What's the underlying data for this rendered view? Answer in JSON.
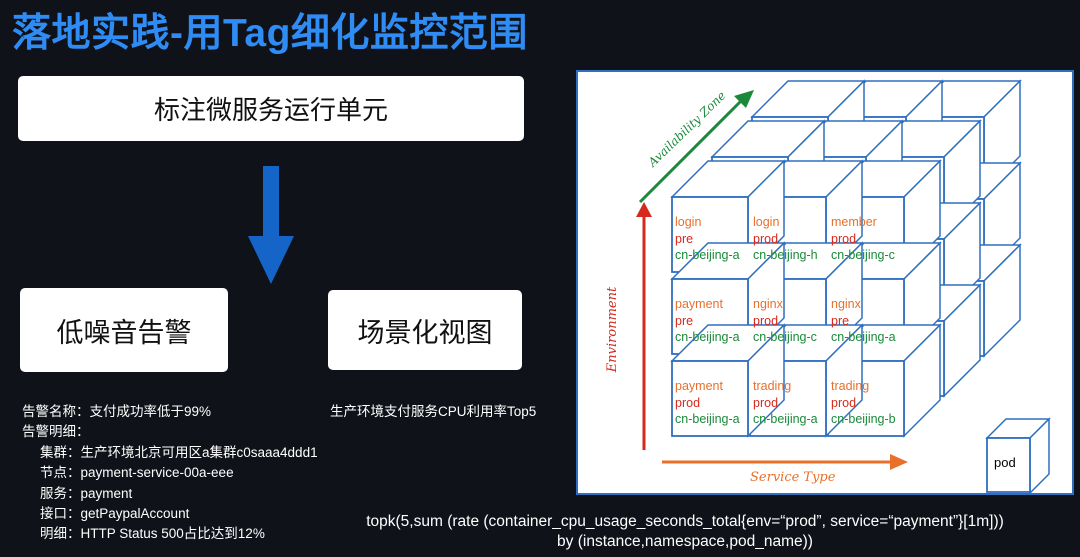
{
  "title": "落地实践-用Tag细化监控范围",
  "boxes": {
    "top": "标注微服务运行单元",
    "left": "低噪音告警",
    "right": "场景化视图"
  },
  "alert": {
    "name_line": "告警名称：支付成功率低于99%",
    "detail_header": "告警明细：",
    "details": [
      "集群：生产环境北京可用区a集群c0saaa4ddd1",
      "节点：payment-service-00a-eee",
      "服务：payment",
      "接口：getPaypalAccount",
      "明细：HTTP Status 500占比达到12%"
    ]
  },
  "view": {
    "title": "生产环境支付服务CPU利用率Top5",
    "query_line1": "topk(5,sum (rate (container_cpu_usage_seconds_total{env=“prod”, service=“payment”}[1m]))",
    "query_line2": "by (instance,namespace,pod_name))"
  },
  "diagram": {
    "axes": {
      "az": "Availability Zone",
      "env": "Environment",
      "svc": "Service Type"
    },
    "pod_label": "pod",
    "cells": [
      {
        "svc": "login",
        "env": "pre",
        "az": "cn-beijing-a"
      },
      {
        "svc": "login",
        "env": "prod",
        "az": "cn-beijing-h"
      },
      {
        "svc": "member",
        "env": "prod",
        "az": "cn-beijing-c"
      },
      {
        "svc": "payment",
        "env": "pre",
        "az": "cn-beijing-a"
      },
      {
        "svc": "nginx",
        "env": "prod",
        "az": "cn-beijing-c"
      },
      {
        "svc": "nginx",
        "env": "pre",
        "az": "cn-beijing-a"
      },
      {
        "svc": "payment",
        "env": "prod",
        "az": "cn-beijing-a"
      },
      {
        "svc": "trading",
        "env": "prod",
        "az": "cn-beijing-a"
      },
      {
        "svc": "trading",
        "env": "prod",
        "az": "cn-beijing-b"
      }
    ],
    "colors": {
      "svc": "#e8702a",
      "env": "#d42a1e",
      "az": "#1a8a3a",
      "edge": "#2f6fc0"
    }
  }
}
